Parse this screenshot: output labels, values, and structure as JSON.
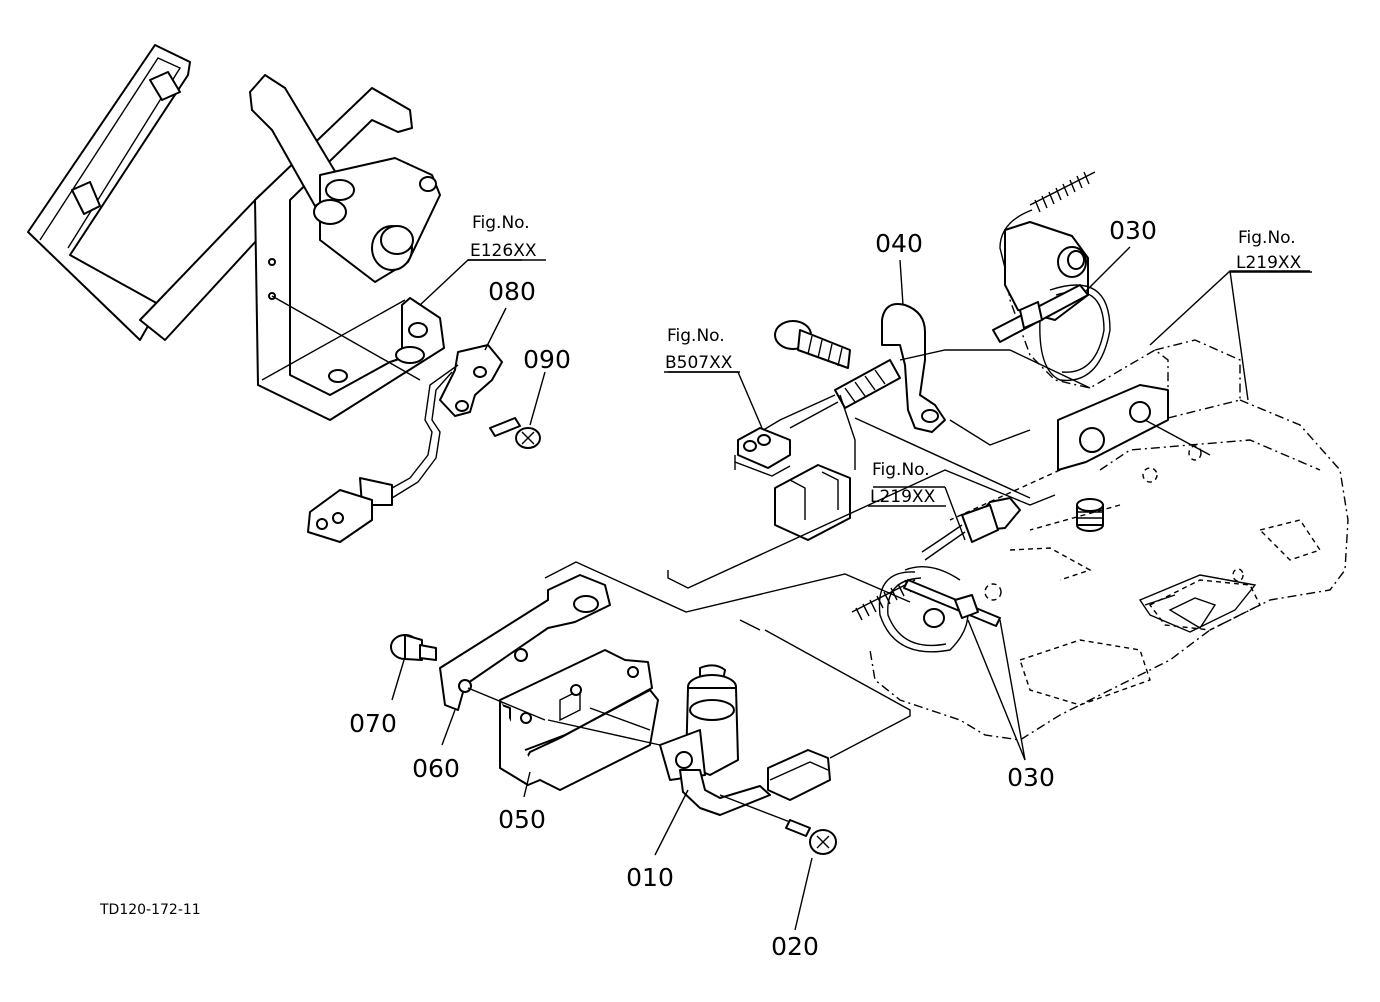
{
  "callouts": {
    "p010": "010",
    "p020": "020",
    "p030a": "030",
    "p030b": "030",
    "p040": "040",
    "p050": "050",
    "p060": "060",
    "p070": "070",
    "p080": "080",
    "p090": "090"
  },
  "figrefs": {
    "e126": {
      "label": "Fig.No.",
      "code": "E126XX"
    },
    "b507": {
      "label": "Fig.No.",
      "code": "B507XX"
    },
    "l219a": {
      "label": "Fig.No.",
      "code": "L219XX"
    },
    "l219b": {
      "label": "Fig.No.",
      "code": "L219XX"
    }
  },
  "drawing_code": "TD120-172-11"
}
